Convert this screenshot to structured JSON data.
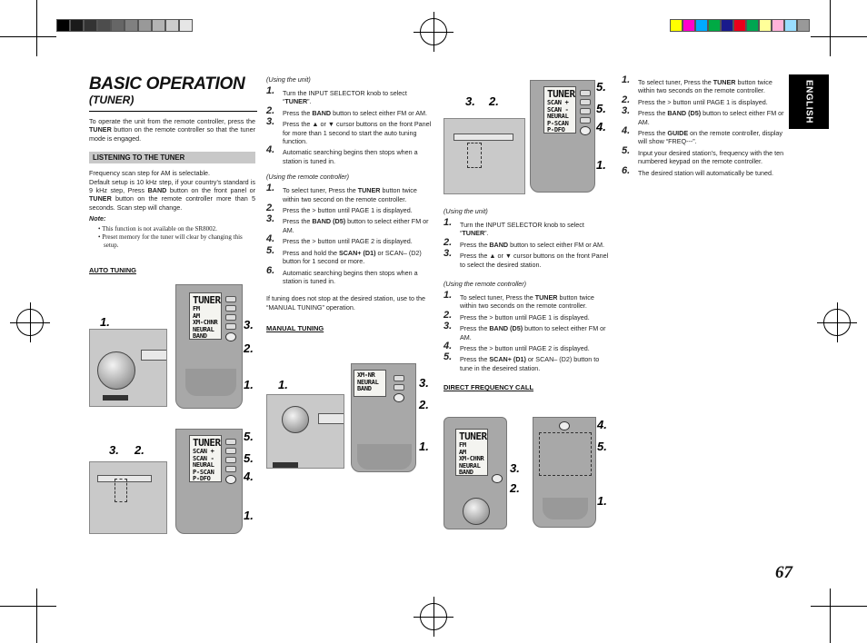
{
  "page": {
    "number": "67",
    "side_tab": "ENGLISH"
  },
  "colors": {
    "tab_bg": "#000000",
    "heading_bg": "#c8c8c8",
    "swatches_gray": [
      "#000000",
      "#1a1a1a",
      "#333333",
      "#4d4d4d",
      "#666666",
      "#808080",
      "#999999",
      "#b3b3b3",
      "#cccccc",
      "#e6e6e6"
    ],
    "swatches_color": [
      "#ffff00",
      "#ff00cc",
      "#00aaff",
      "#00aa44",
      "#1a1a8c",
      "#e8001a",
      "#00a651",
      "#ffff99",
      "#ffb3d9",
      "#99ddff",
      "#999999"
    ]
  },
  "title": {
    "main": "BASIC OPERATION",
    "sub": "(TUNER)"
  },
  "intro": {
    "a": "To operate the unit from the remote controller, press the ",
    "b": "TUNER",
    "c": " button on the remote controller so that the tuner mode is engaged."
  },
  "listening": {
    "heading": "LISTENING TO THE TUNER",
    "p1": "Frequency scan step for AM is selectable.",
    "p2a": "Default setup is 10 kHz step, if your country’s standard is 9 kHz step, Press ",
    "p2b": "BAND",
    "p2c": " button on the front panel or ",
    "p2d": "TUNER",
    "p2e": " button on the remote controller more than 5 seconds. Scan step will change.",
    "note_label": "Note:",
    "notes": [
      "This function is not available on the SR8002.",
      "Preset memory for the tuner will clear by changing this setup."
    ]
  },
  "auto_tuning": {
    "heading": "AUTO TUNING"
  },
  "col2": {
    "unit_label": "(Using the unit)",
    "unit_steps": [
      {
        "n": "1.",
        "a": "Turn the INPUT SELECTOR knob to select “",
        "b": "TUNER",
        "c": "”."
      },
      {
        "n": "2.",
        "a": "Press the ",
        "b": "BAND",
        "c": " button to select either FM or AM."
      },
      {
        "n": "3.",
        "a": "Press the ▲ or ▼ cursor buttons on the front Panel for more than 1 second to start the auto tuning function.",
        "b": "",
        "c": ""
      },
      {
        "n": "4.",
        "a": "Automatic searching begins then stops when a station is tuned in.",
        "b": "",
        "c": ""
      }
    ],
    "remote_label": "(Using the remote controller)",
    "remote_steps": [
      {
        "n": "1.",
        "a": "To select tuner, Press the ",
        "b": "TUNER",
        "c": " button twice within two second on the remote controller."
      },
      {
        "n": "2.",
        "a": "Press the > button until PAGE 1 is displayed.",
        "b": "",
        "c": ""
      },
      {
        "n": "3.",
        "a": "Press the ",
        "b": "BAND (D5)",
        "c": " button to select either FM or AM."
      },
      {
        "n": "4.",
        "a": "Press the > button until PAGE 2 is displayed.",
        "b": "",
        "c": ""
      },
      {
        "n": "5.",
        "a": "Press and hold the ",
        "b": "SCAN+ (D1)",
        "c": " or SCAN– (D2) button for 1 second or more."
      },
      {
        "n": "6.",
        "a": "Automatic searching begins then stops when a station is tuned in.",
        "b": "",
        "c": ""
      }
    ],
    "if_text": "If tuning does not stop at the desired station, use to the “MANUAL TUNING” operation.",
    "manual_heading": "MANUAL TUNING"
  },
  "col3": {
    "unit_label": "(Using the unit)",
    "unit_steps": [
      {
        "n": "1.",
        "a": "Turn the INPUT SELECTOR knob to select “",
        "b": "TUNER",
        "c": "”."
      },
      {
        "n": "2.",
        "a": "Press the ",
        "b": "BAND",
        "c": " button to select either FM or AM."
      },
      {
        "n": "3.",
        "a": "Press the ▲ or ▼ cursor buttons on the front Panel to select the desired station.",
        "b": "",
        "c": ""
      }
    ],
    "remote_label": "(Using the remote controller)",
    "remote_steps": [
      {
        "n": "1.",
        "a": "To select tuner, Press the ",
        "b": "TUNER",
        "c": " button twice within two seconds on the remote controller."
      },
      {
        "n": "2.",
        "a": "Press the > button until PAGE 1 is displayed.",
        "b": "",
        "c": ""
      },
      {
        "n": "3.",
        "a": "Press the ",
        "b": "BAND (D5)",
        "c": " button to select either FM or AM."
      },
      {
        "n": "4.",
        "a": "Press the > button until PAGE 2 is displayed.",
        "b": "",
        "c": ""
      },
      {
        "n": "5.",
        "a": "Press the ",
        "b": "SCAN+ (D1)",
        "c": " or SCAN– (D2) button to tune in the deseired station."
      }
    ],
    "direct_heading": "DIRECT FREQUENCY CALL"
  },
  "col4": {
    "steps": [
      {
        "n": "1.",
        "a": "To select tuner, Press the ",
        "b": "TUNER",
        "c": " button twice within two seconds on the remote controller."
      },
      {
        "n": "2.",
        "a": "Press the > button until PAGE 1 is displayed.",
        "b": "",
        "c": ""
      },
      {
        "n": "3.",
        "a": "Press the ",
        "b": "BAND (D5)",
        "c": " button to select either FM or AM."
      },
      {
        "n": "4.",
        "a": "Press the ",
        "b": "GUIDE",
        "c": " on the remote controller, display will show “FREQ---”."
      },
      {
        "n": "5.",
        "a": "Input your desired station’s, frequency with the ten numbered keypad on the remote controller.",
        "b": "",
        "c": ""
      },
      {
        "n": "6.",
        "a": "The desired station will automatically be tuned.",
        "b": "",
        "c": ""
      }
    ]
  },
  "lcd": {
    "page1": [
      "TUNER",
      "FM",
      "AM",
      "XM-CHNR",
      "NEURAL",
      "BAND"
    ],
    "page2": [
      "TUNER",
      "SCAN +",
      "SCAN -",
      "NEURAL",
      "P-SCAN",
      "P-DFO"
    ],
    "mini": [
      "XM-NR",
      "NEURAL",
      "BAND"
    ]
  },
  "markers": {
    "m1": "1.",
    "m2": "2.",
    "m3": "3.",
    "m4": "4.",
    "m5": "5."
  }
}
